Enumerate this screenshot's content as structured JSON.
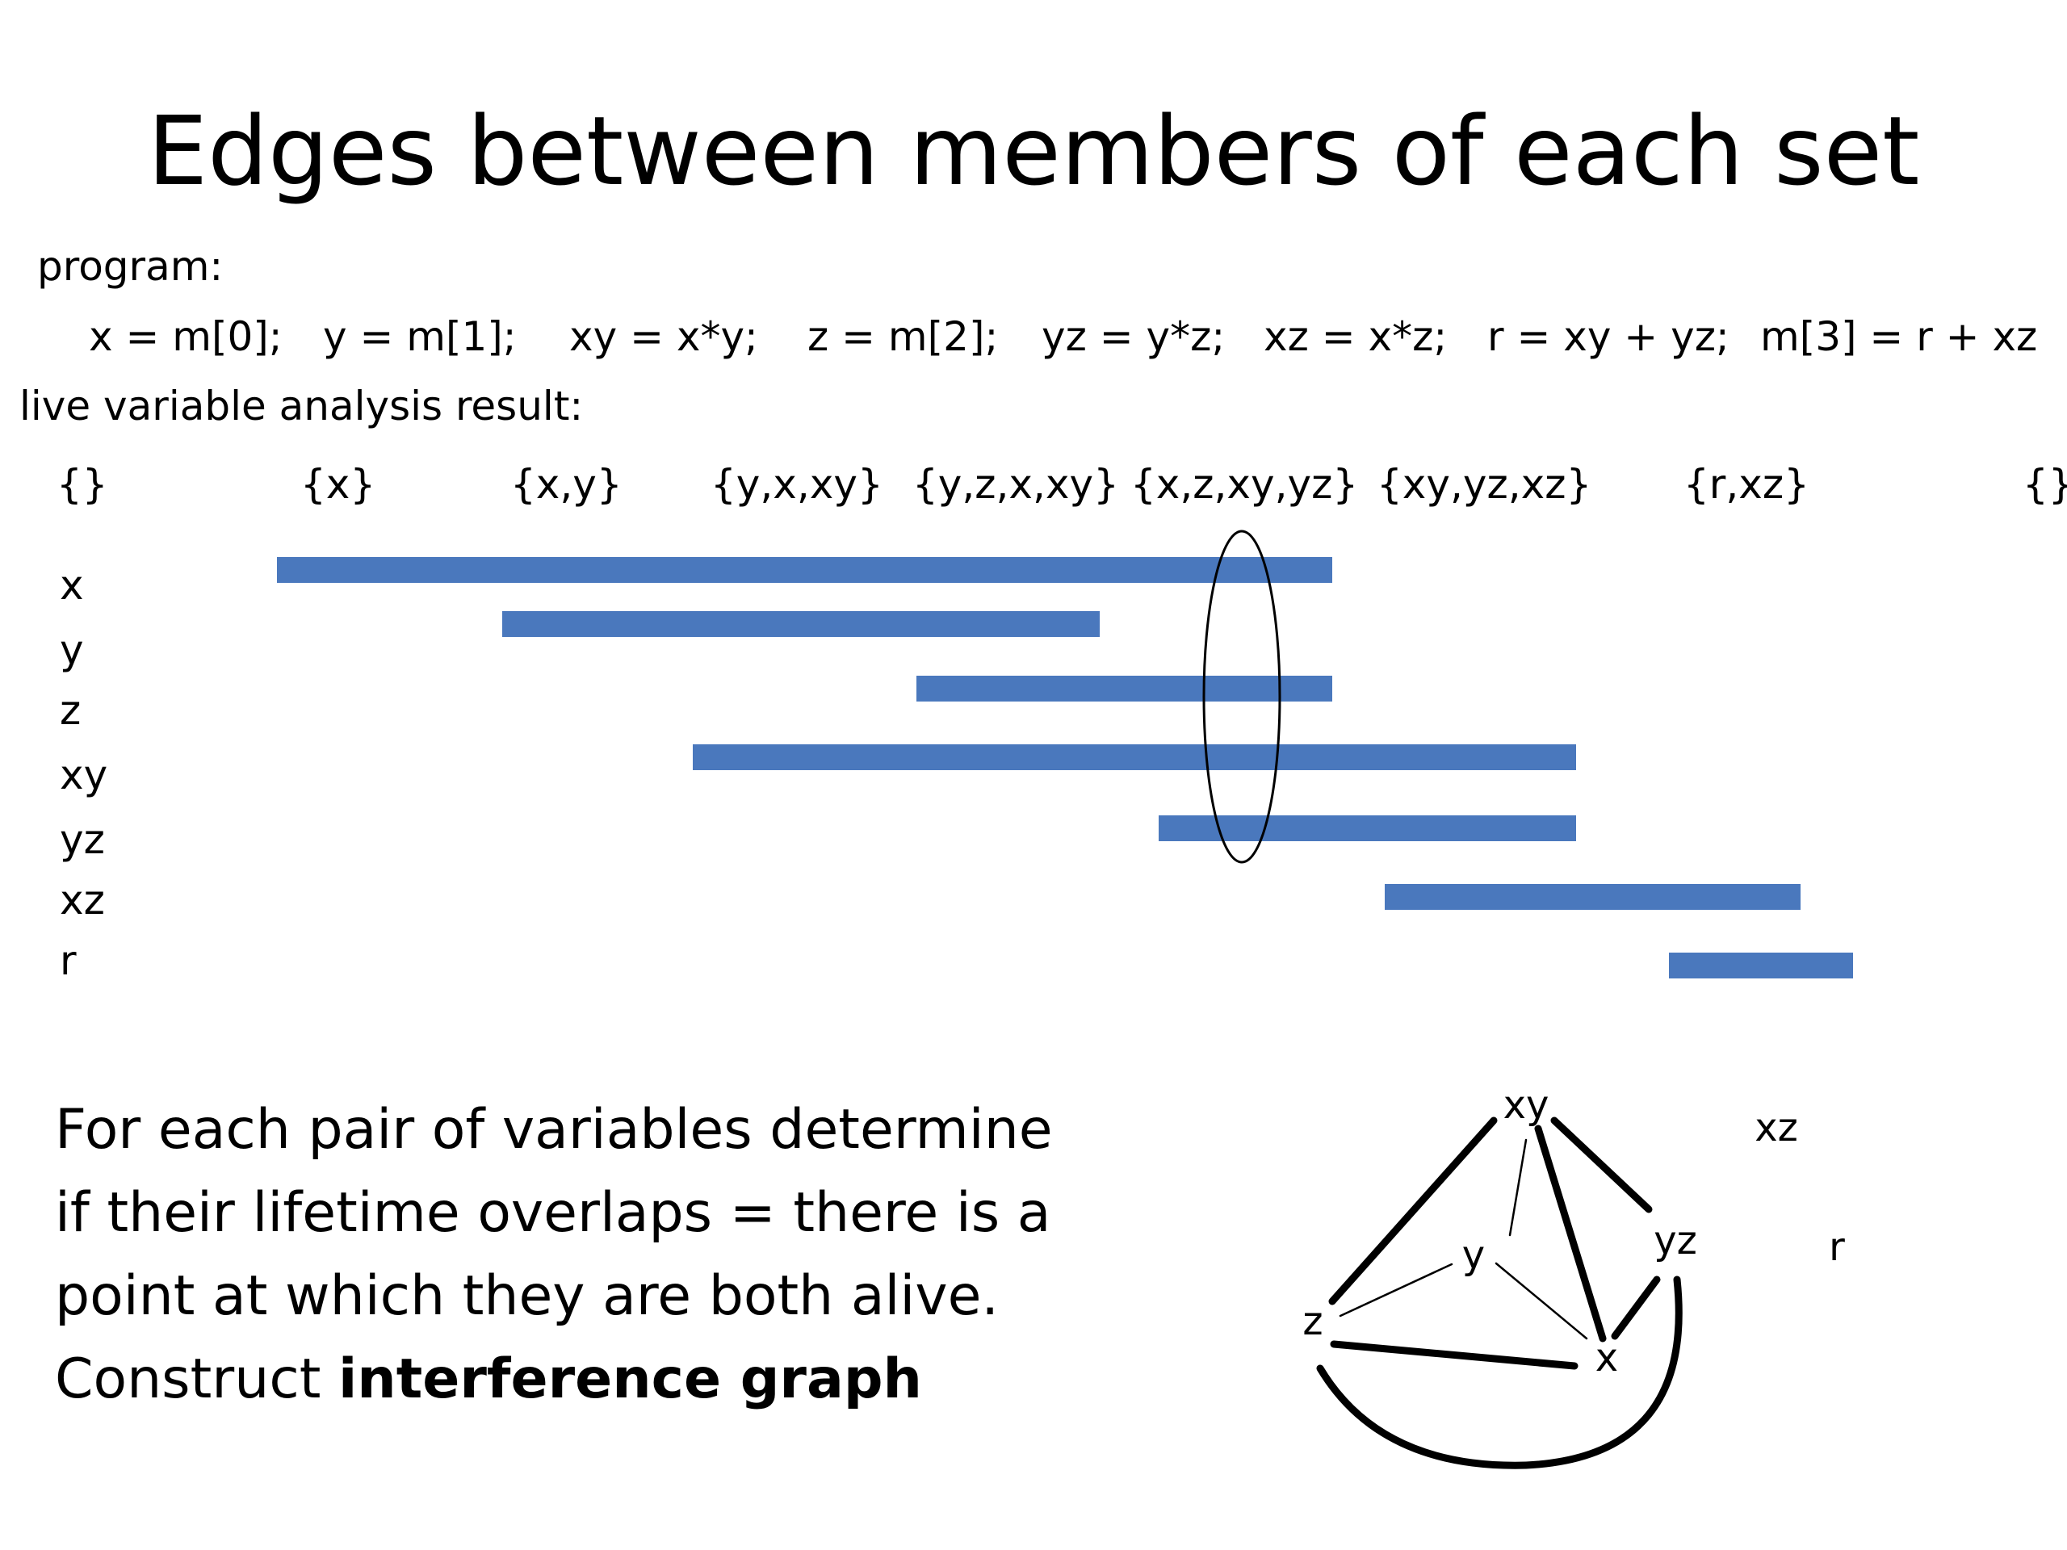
{
  "title": "Edges between members of each set",
  "program": {
    "label": "program:",
    "statements": [
      "x = m[0];",
      "y = m[1];",
      "xy = x*y;",
      "z = m[2];",
      "yz = y*z;",
      "xz = x*z;",
      "r = xy + yz;",
      "m[3] = r + xz"
    ]
  },
  "live_analysis": {
    "label": "live variable analysis result:",
    "sets": [
      "{}",
      "{x}",
      "{x,y}",
      "{y,x,xy}",
      "{y,z,x,xy}",
      "{x,z,xy,yz}",
      "{xy,yz,xz}",
      "{r,xz}",
      "{}"
    ],
    "variables": [
      "x",
      "y",
      "z",
      "xy",
      "yz",
      "xz",
      "r"
    ],
    "highlighted_set_index": 5
  },
  "lifetimes": [
    {
      "var": "x",
      "start": 1,
      "end": 5
    },
    {
      "var": "y",
      "start": 2,
      "end": 4
    },
    {
      "var": "z",
      "start": 4,
      "end": 5
    },
    {
      "var": "xy",
      "start": 3,
      "end": 6
    },
    {
      "var": "yz",
      "start": 5,
      "end": 6
    },
    {
      "var": "xz",
      "start": 6,
      "end": 7
    },
    {
      "var": "r",
      "start": 7,
      "end": 7
    }
  ],
  "description": {
    "lines": [
      "For each pair of variables determine",
      "if their lifetime overlaps = there is a",
      "point at which they are both alive."
    ],
    "last_line_prefix": "Construct ",
    "last_line_bold": "interference graph"
  },
  "graph": {
    "nodes": [
      "xy",
      "y",
      "yz",
      "z",
      "x",
      "xz",
      "r"
    ],
    "edges": [
      {
        "a": "xy",
        "b": "z",
        "weight": "thick"
      },
      {
        "a": "xy",
        "b": "x",
        "weight": "thick"
      },
      {
        "a": "xy",
        "b": "yz",
        "weight": "thick"
      },
      {
        "a": "xy",
        "b": "y",
        "weight": "thin"
      },
      {
        "a": "yz",
        "b": "x",
        "weight": "thick"
      },
      {
        "a": "z",
        "b": "x",
        "weight": "thick"
      },
      {
        "a": "z",
        "b": "y",
        "weight": "thin"
      },
      {
        "a": "y",
        "b": "x",
        "weight": "thin"
      },
      {
        "a": "z",
        "b": "yz",
        "weight": "thick"
      }
    ]
  },
  "colors": {
    "bar": "#4a78bd",
    "text": "#000000"
  }
}
